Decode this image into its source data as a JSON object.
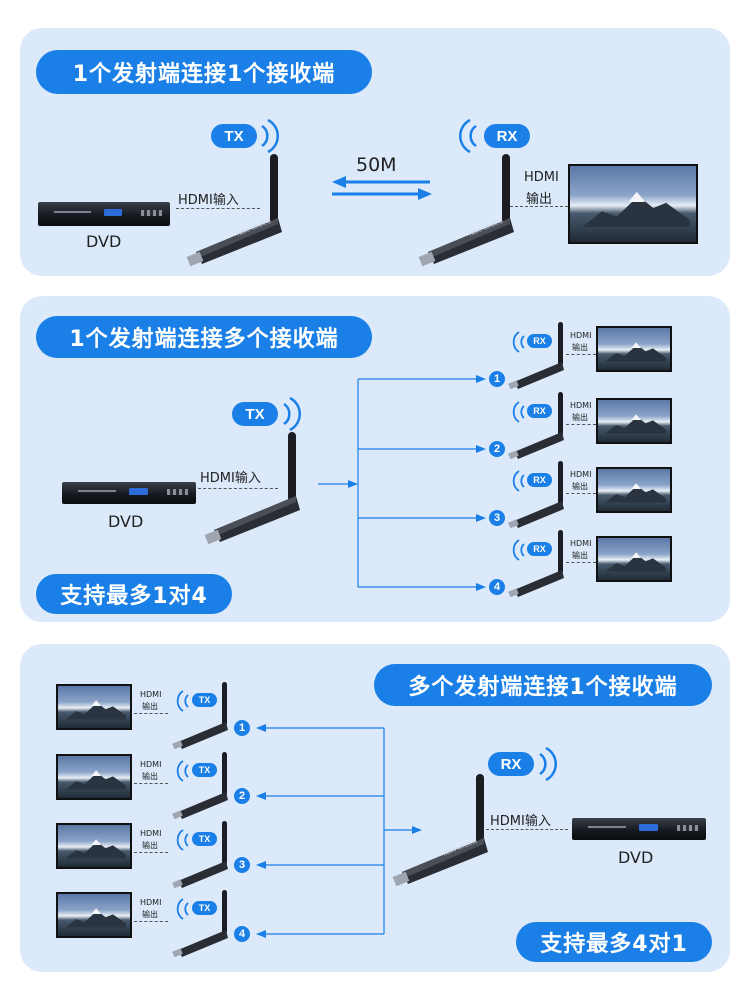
{
  "section1": {
    "title": "1个发射端连接1个接收端",
    "tx_label": "TX",
    "rx_label": "RX",
    "distance": "50M",
    "hdmi_in": "HDMI输入",
    "hdmi_out_line1": "HDMI",
    "hdmi_out_line2": "输出",
    "dvd": "DVD"
  },
  "section2": {
    "title": "1个发射端连接多个接收端",
    "tx_label": "TX",
    "hdmi_in": "HDMI输入",
    "dvd": "DVD",
    "footer": "支持最多1对4",
    "receivers": [
      {
        "num": "1",
        "rx": "RX",
        "out1": "HDMI",
        "out2": "输出"
      },
      {
        "num": "2",
        "rx": "RX",
        "out1": "HDMI",
        "out2": "输出"
      },
      {
        "num": "3",
        "rx": "RX",
        "out1": "HDMI",
        "out2": "输出"
      },
      {
        "num": "4",
        "rx": "RX",
        "out1": "HDMI",
        "out2": "输出"
      }
    ]
  },
  "section3": {
    "title": "多个发射端连接1个接收端",
    "rx_label": "RX",
    "hdmi_in": "HDMI输入",
    "dvd": "DVD",
    "footer": "支持最多4对1",
    "transmitters": [
      {
        "num": "1",
        "tx": "TX",
        "out1": "HDMI",
        "out2": "输出"
      },
      {
        "num": "2",
        "tx": "TX",
        "out1": "HDMI",
        "out2": "输出"
      },
      {
        "num": "3",
        "tx": "TX",
        "out1": "HDMI",
        "out2": "输出"
      },
      {
        "num": "4",
        "tx": "TX",
        "out1": "HDMI",
        "out2": "输出"
      }
    ]
  },
  "colors": {
    "accent": "#1a7fe6",
    "panel": "#dbe9fb"
  }
}
